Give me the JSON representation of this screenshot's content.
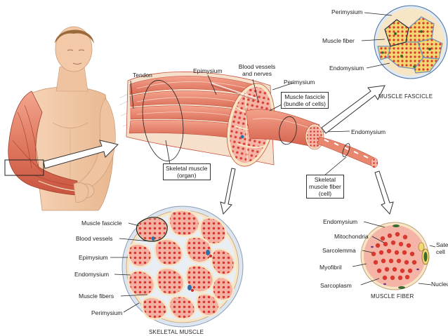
{
  "labels": {
    "tendon": "Tendon",
    "epimysium_top": "Epimysium",
    "blood_vessels_nerves_l1": "Blood vessels",
    "blood_vessels_nerves_l2": "and nerves",
    "perimysium_top": "Perimysium",
    "fascicle_box_l1": "Muscle fascicle",
    "fascicle_box_l2": "(bundle of cells)",
    "endomysium_mid": "Endomysium",
    "skeletal_muscle_box_l1": "Skeletal muscle",
    "skeletal_muscle_box_l2": "(organ)",
    "fiber_box_l1": "Skeletal",
    "fiber_box_l2": "muscle fiber",
    "fiber_box_l3": "(cell)",
    "inset_fascicle_perimysium": "Perimysium",
    "inset_fascicle_muscle_fiber": "Muscle fiber",
    "inset_fascicle_endomysium": "Endomysium",
    "inset_fascicle_caption": "MUSCLE FASCICLE",
    "cs_muscle_fascicle": "Muscle fascicle",
    "cs_blood_vessels": "Blood vessels",
    "cs_epimysium": "Epimysium",
    "cs_endomysium": "Endomysium",
    "cs_muscle_fibers": "Muscle fibers",
    "cs_perimysium": "Perimysium",
    "cs_caption": "SKELETAL MUSCLE",
    "mf_endomysium": "Endomysium",
    "mf_mitochondria": "Mitochondria",
    "mf_sarcolemma": "Sarcolemma",
    "mf_myofibril": "Myofibril",
    "mf_sarcoplasm": "Sarcoplasm",
    "mf_satellite_l1": "Satellite",
    "mf_satellite_l2": "cell",
    "mf_nucleus": "Nucleus",
    "mf_caption": "MUSCLE FIBER"
  },
  "colors": {
    "muscle": "#e8866e",
    "muscle_dark": "#c9543f",
    "fiber_pink": "#f2a99a",
    "fiber_dot": "#d9382e",
    "sheath": "#f6e6c6",
    "skin": "#f3c9a8",
    "hair": "#9a6a3a",
    "fascicle_yellow": "#f3d772",
    "vessel_blue": "#2f6fa8"
  }
}
